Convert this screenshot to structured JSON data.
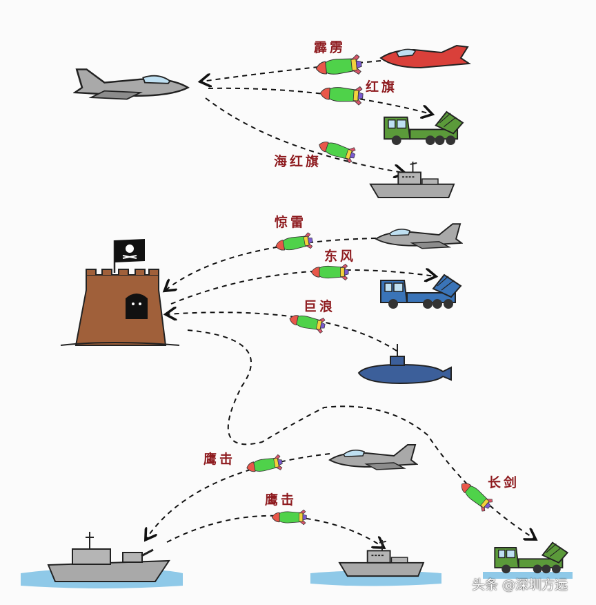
{
  "labels": {
    "pili": "霹雳",
    "hongqi": "红旗",
    "haihongqi": "海红旗",
    "jinglei": "惊雷",
    "dongfeng": "东风",
    "julang": "巨浪",
    "yingji_1": "鹰击",
    "yingji_2": "鹰击",
    "changjian": "长剑"
  },
  "watermark": "头条 @深圳方远",
  "colors": {
    "label": "#8e1b1f",
    "missile_body": "#4fd24a",
    "missile_nose": "#e8574a",
    "aircraft": "#a9a9a9",
    "red_jet": "#d9403a",
    "green_truck": "#5b9a3a",
    "blue_truck": "#3a74b8",
    "submarine": "#3c5f9a",
    "castle": "#a0603a",
    "water": "#8fc9e8"
  }
}
